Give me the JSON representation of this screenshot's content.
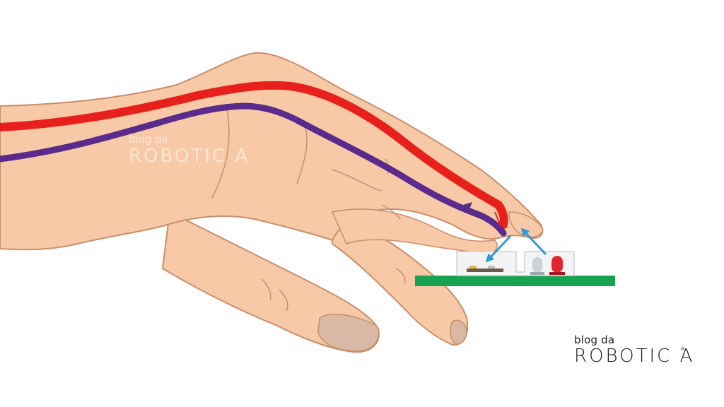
{
  "colors": {
    "skin": "#f7c9a6",
    "skin_outline": "#c98e6b",
    "nail": "#d9b8a5",
    "pcb": "#17a24f",
    "red_nerve": "#e8201c",
    "purple_nerve": "#5a2a8c",
    "arrow": "#2b9ad6",
    "led_red": "#e22631",
    "led_clear": "#c9d3d8"
  },
  "icons": {
    "hand": "hand-illustration",
    "sensor": "touch-sensor-module",
    "arrow": "signal-arrow-icon"
  },
  "watermark": {
    "small": "blog da",
    "big": "ROBOTIC A"
  },
  "logo": {
    "small": "blog da",
    "big": "ROBOTIC A",
    "reg": "®"
  }
}
